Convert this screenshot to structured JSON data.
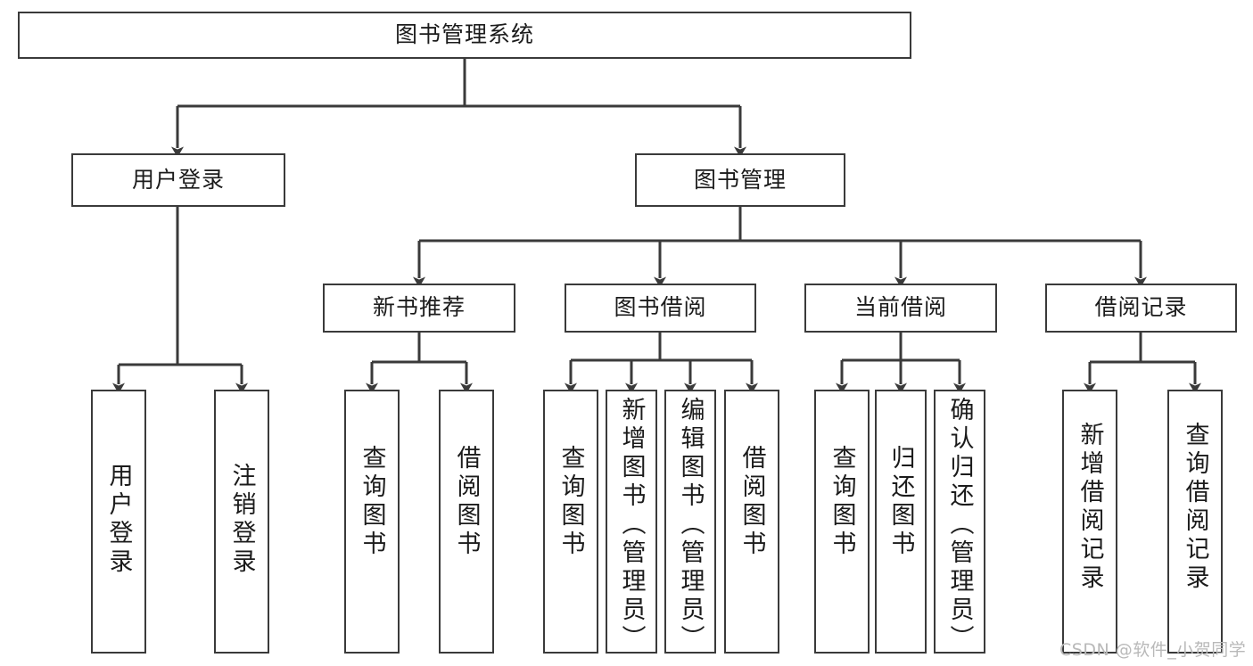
{
  "diagram": {
    "title": "图书管理系统",
    "type": "hierarchy-tree",
    "root": {
      "label": "图书管理系统"
    },
    "level2": [
      {
        "label": "用户登录"
      },
      {
        "label": "图书管理"
      }
    ],
    "level3": [
      {
        "label": "新书推荐"
      },
      {
        "label": "图书借阅"
      },
      {
        "label": "当前借阅"
      },
      {
        "label": "借阅记录"
      }
    ],
    "leaves_user_login": [
      {
        "label": "用户登录"
      },
      {
        "label": "注销登录"
      }
    ],
    "leaves_new_book": [
      {
        "label": "查询图书"
      },
      {
        "label": "借阅图书"
      }
    ],
    "leaves_borrow": [
      {
        "label": "查询图书"
      },
      {
        "label": "新增图书（管理员）"
      },
      {
        "label": "编辑图书（管理员）"
      },
      {
        "label": "借阅图书"
      }
    ],
    "leaves_current": [
      {
        "label": "查询图书"
      },
      {
        "label": "归还图书"
      },
      {
        "label": "确认归还（管理员）"
      }
    ],
    "leaves_record": [
      {
        "label": "新增借阅记录"
      },
      {
        "label": "查询借阅记录"
      }
    ],
    "colors": {
      "background": "#ffffff",
      "box_border": "#3a3a3a",
      "connector": "#3a3a3a",
      "text": "#1b1b1b",
      "watermark": "#b9b9b9"
    }
  },
  "watermark": {
    "text": "CSDN @软件_小贺同学"
  }
}
